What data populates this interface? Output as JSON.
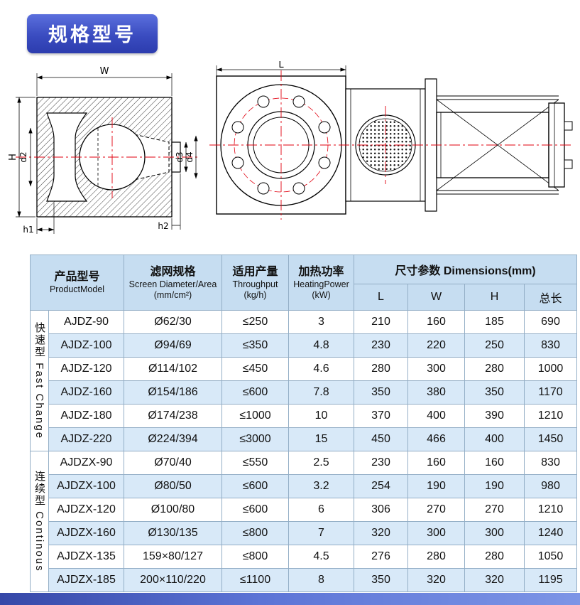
{
  "page": {
    "badge": "规格型号"
  },
  "drawings": {
    "labels": {
      "w": "W",
      "h": "H",
      "d2": "d2",
      "d3": "d3",
      "d4": "d4",
      "h1": "h1",
      "h2": "h2",
      "l": "L"
    }
  },
  "table": {
    "headers": {
      "product_zh": "产品型号",
      "product_en": "ProductModel",
      "screen_zh": "滤网规格",
      "screen_en": "Screen Diameter/Area",
      "screen_unit": "(mm/cm²)",
      "throughput_zh": "适用产量",
      "throughput_en": "Throughput",
      "throughput_unit": "(kg/h)",
      "power_zh": "加热功率",
      "power_en": "HeatingPower",
      "power_unit": "(kW)",
      "dimensions": "尺寸参数 Dimensions(mm)",
      "dim_l": "L",
      "dim_w": "W",
      "dim_h": "H",
      "dim_total": "总长"
    },
    "groups": [
      {
        "label_zh": "快速型",
        "label_en": "Fast Change",
        "rows": [
          [
            "AJDZ-90",
            "Ø62/30",
            "≤250",
            "3",
            "210",
            "160",
            "185",
            "690"
          ],
          [
            "AJDZ-100",
            "Ø94/69",
            "≤350",
            "4.8",
            "230",
            "220",
            "250",
            "830"
          ],
          [
            "AJDZ-120",
            "Ø114/102",
            "≤450",
            "4.6",
            "280",
            "300",
            "280",
            "1000"
          ],
          [
            "AJDZ-160",
            "Ø154/186",
            "≤600",
            "7.8",
            "350",
            "380",
            "350",
            "1170"
          ],
          [
            "AJDZ-180",
            "Ø174/238",
            "≤1000",
            "10",
            "370",
            "400",
            "390",
            "1210"
          ],
          [
            "AJDZ-220",
            "Ø224/394",
            "≤3000",
            "15",
            "450",
            "466",
            "400",
            "1450"
          ]
        ]
      },
      {
        "label_zh": "连续型",
        "label_en": "Continous",
        "rows": [
          [
            "AJDZX-90",
            "Ø70/40",
            "≤550",
            "2.5",
            "230",
            "160",
            "160",
            "830"
          ],
          [
            "AJDZX-100",
            "Ø80/50",
            "≤600",
            "3.2",
            "254",
            "190",
            "190",
            "980"
          ],
          [
            "AJDZX-120",
            "Ø100/80",
            "≤600",
            "6",
            "306",
            "270",
            "270",
            "1210"
          ],
          [
            "AJDZX-160",
            "Ø130/135",
            "≤800",
            "7",
            "320",
            "300",
            "300",
            "1240"
          ],
          [
            "AJDZX-135",
            "159×80/127",
            "≤800",
            "4.5",
            "276",
            "280",
            "280",
            "1050"
          ],
          [
            "AJDZX-185",
            "200×110/220",
            "≤1100",
            "8",
            "350",
            "320",
            "320",
            "1195"
          ]
        ]
      }
    ]
  }
}
